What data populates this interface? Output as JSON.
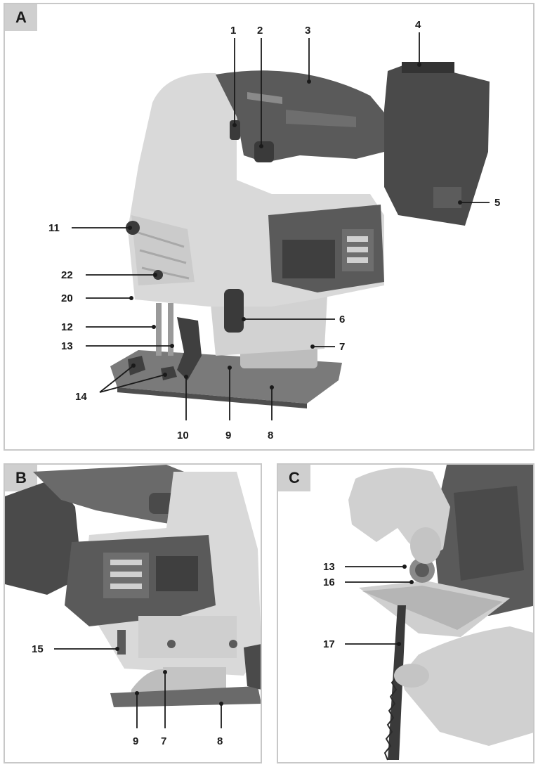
{
  "panels": {
    "a": {
      "tag": "A",
      "labels": {
        "l1": "1",
        "l2": "2",
        "l3": "3",
        "l4": "4",
        "l5": "5",
        "l6": "6",
        "l7": "7",
        "l8": "8",
        "l9": "9",
        "l10": "10",
        "l11": "11",
        "l12": "12",
        "l13": "13",
        "l14": "14",
        "l20": "20",
        "l22": "22"
      }
    },
    "b": {
      "tag": "B",
      "labels": {
        "l15": "15",
        "l9": "9",
        "l7": "7",
        "l8": "8"
      }
    },
    "c": {
      "tag": "C",
      "labels": {
        "l13": "13",
        "l16": "16",
        "l17": "17"
      }
    }
  },
  "colors": {
    "body_light": "#d9d9d9",
    "body_dark": "#5a5a5a",
    "battery": "#4a4a4a",
    "metal": "#bdbdbd",
    "skin": "#d0d0d0"
  },
  "icons": [
    "jigsaw-illustration",
    "hand-illustration",
    "saw-blade-illustration"
  ]
}
